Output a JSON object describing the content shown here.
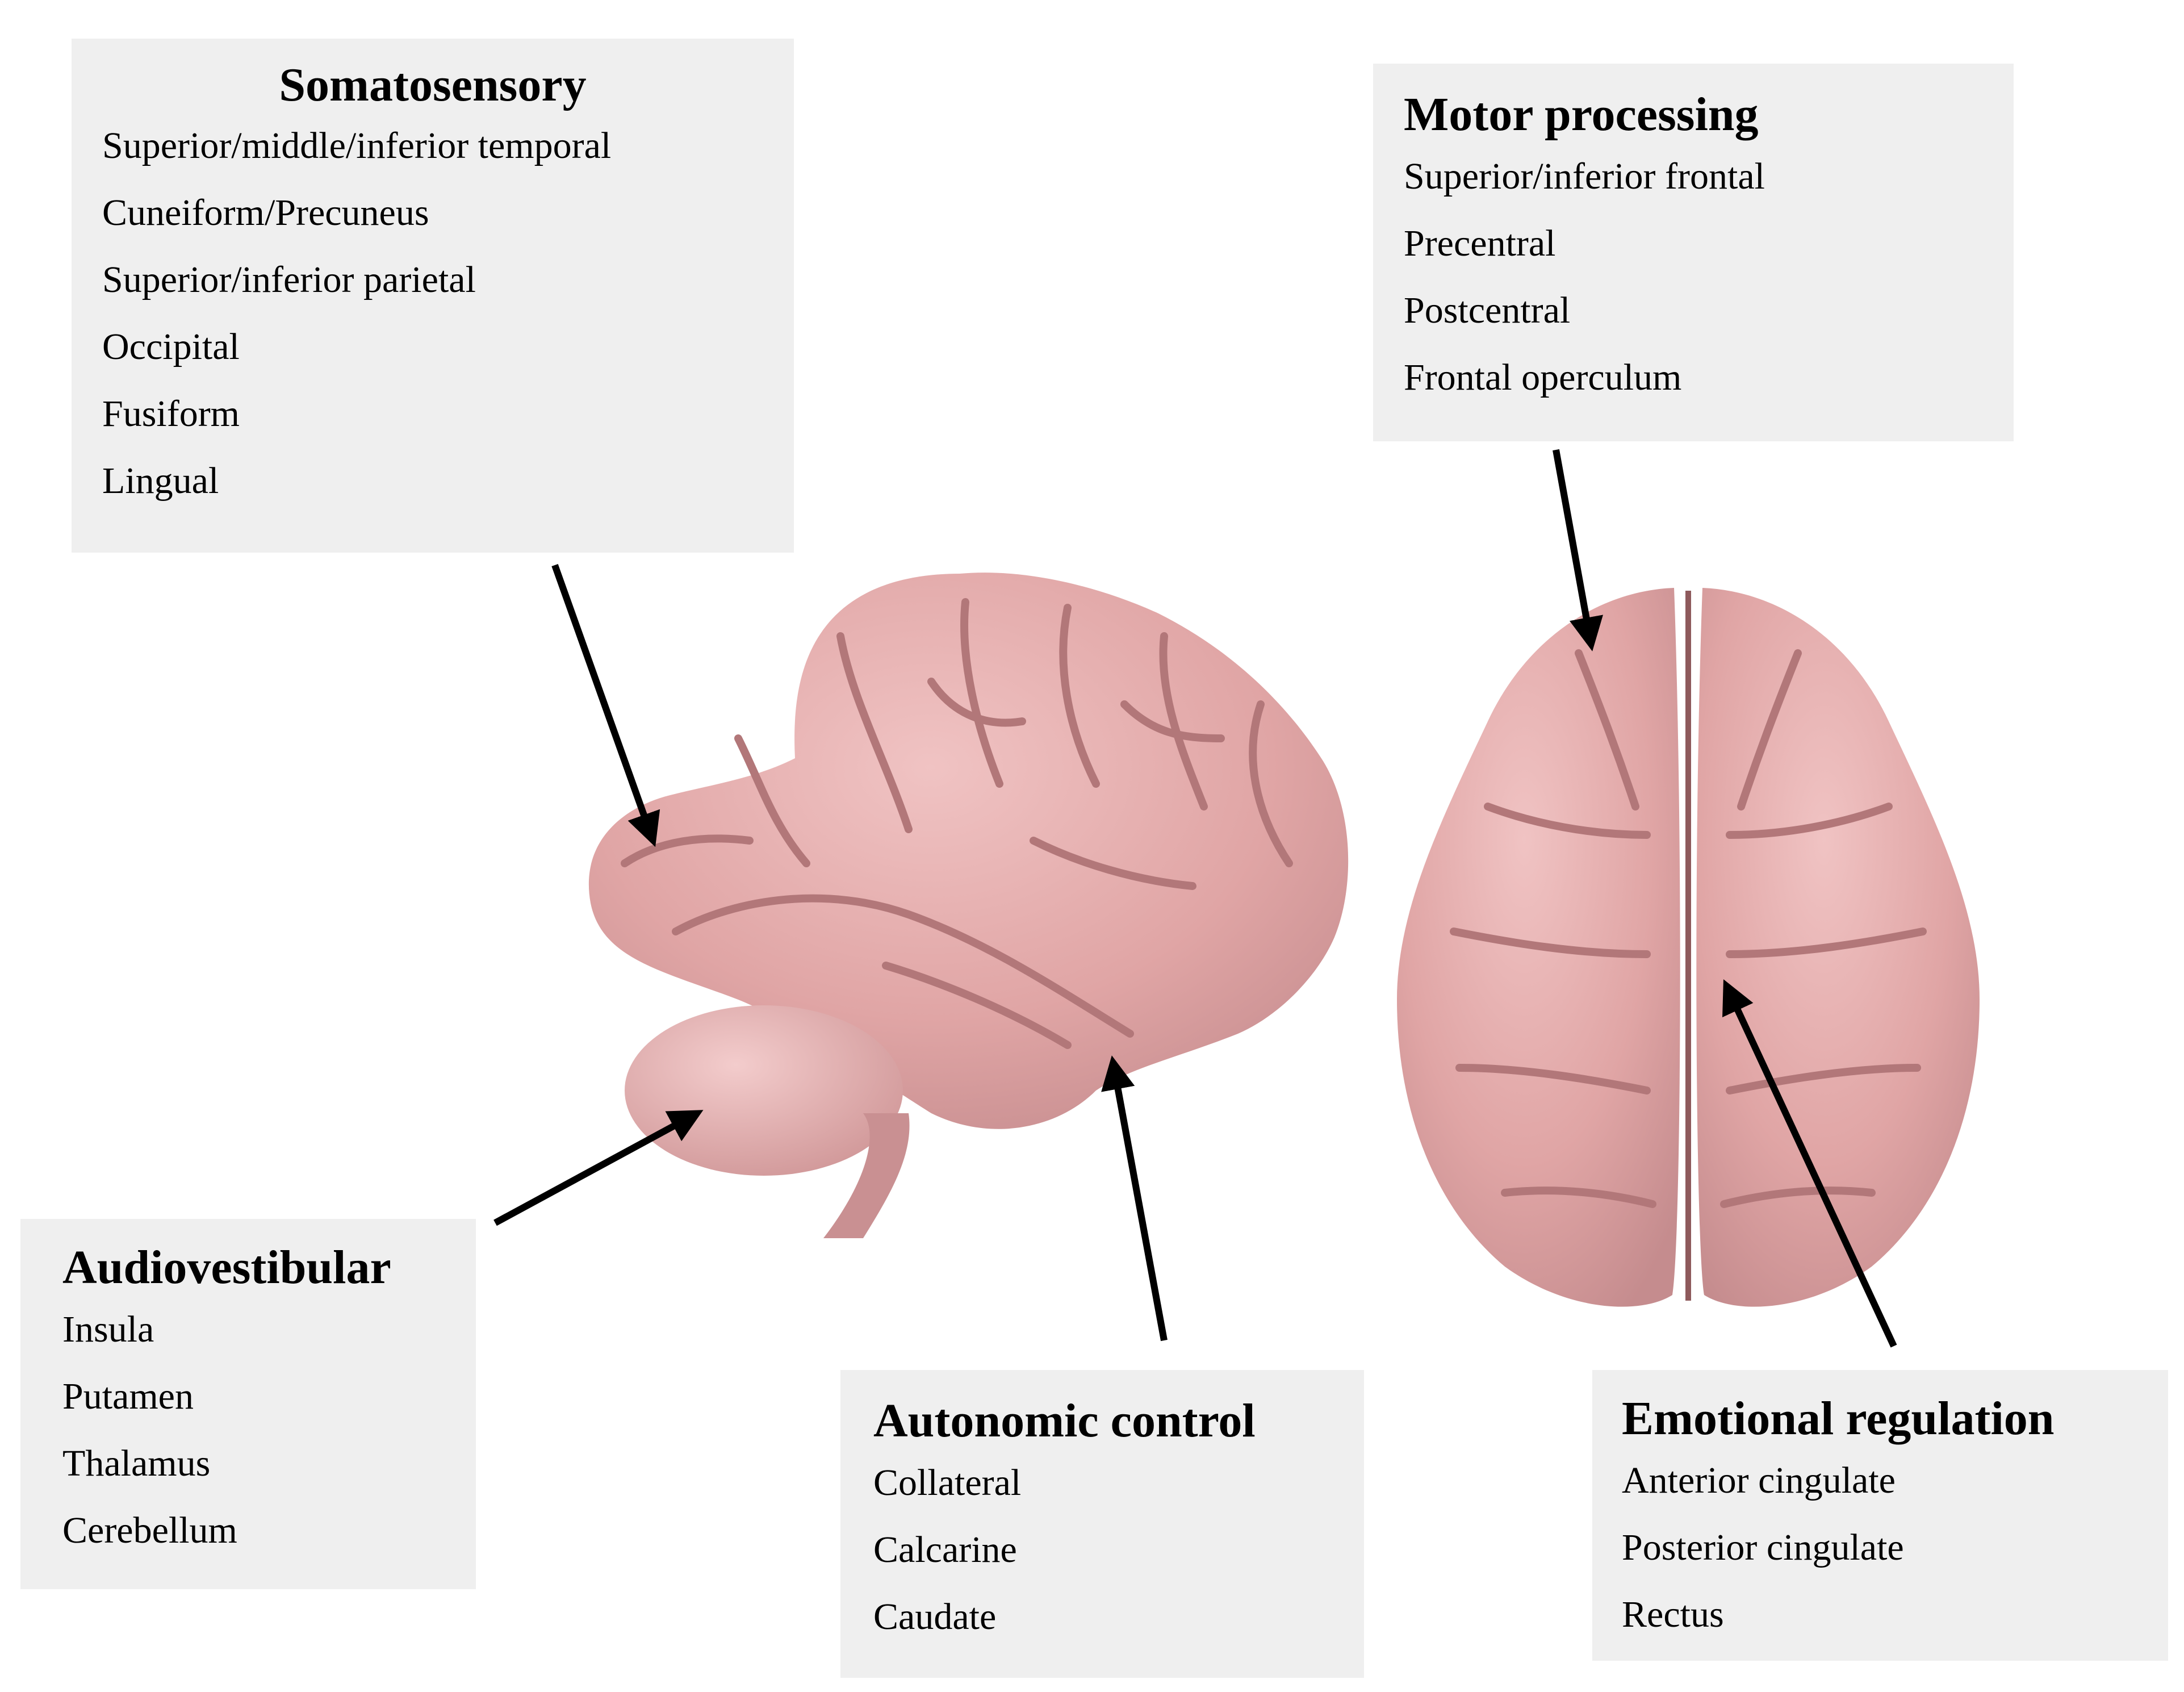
{
  "figure": {
    "boxes": {
      "somatosensory": {
        "title": "Somatosensory",
        "items": [
          "Superior/middle/inferior temporal",
          "Cuneiform/Precuneus",
          "Superior/inferior parietal",
          "Occipital",
          "Fusiform",
          "Lingual"
        ]
      },
      "motor": {
        "title": "Motor processing",
        "items": [
          "Superior/inferior frontal",
          "Precentral",
          "Postcentral",
          "Frontal operculum"
        ]
      },
      "audiovestibular": {
        "title": "Audiovestibular",
        "items": [
          "Insula",
          "Putamen",
          "Thalamus",
          "Cerebellum"
        ]
      },
      "autonomic": {
        "title": "Autonomic control",
        "items": [
          "Collateral",
          "Calcarine",
          "Caudate"
        ]
      },
      "emotional": {
        "title": "Emotional regulation",
        "items": [
          "Anterior cingulate",
          "Posterior cingulate",
          "Rectus"
        ]
      }
    },
    "colors": {
      "box_fill": "#efefef",
      "brain_fill": "#e0a5a5",
      "brain_shadow": "#b97c7e",
      "arrow": "#000000"
    },
    "icons": [
      "brain-lateral-view",
      "brain-top-view"
    ]
  }
}
